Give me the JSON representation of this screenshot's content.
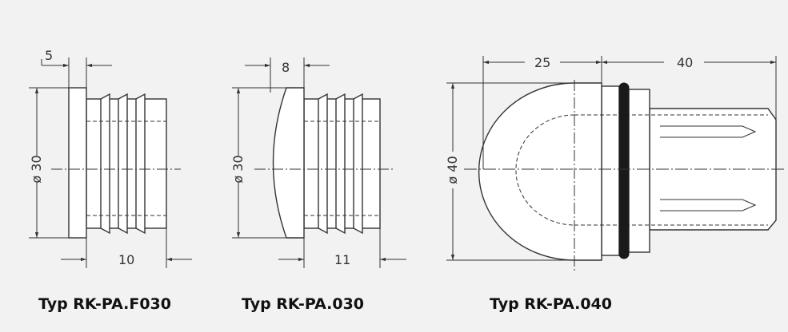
{
  "parts": [
    {
      "type_label": "Typ RK-PA.F030",
      "head_width": "5",
      "diameter": "ø 30",
      "shaft_length": "10"
    },
    {
      "type_label": "Typ RK-PA.030",
      "head_width": "8",
      "diameter": "ø 30",
      "shaft_length": "11"
    },
    {
      "type_label": "Typ RK-PA.040",
      "head_width": "25",
      "diameter": "ø 40",
      "shaft_length": "40"
    }
  ],
  "colors": {
    "background": "#f2f2f2",
    "part_fill": "#ffffff",
    "line": "#333333",
    "o_ring": "#1a1a1a"
  }
}
